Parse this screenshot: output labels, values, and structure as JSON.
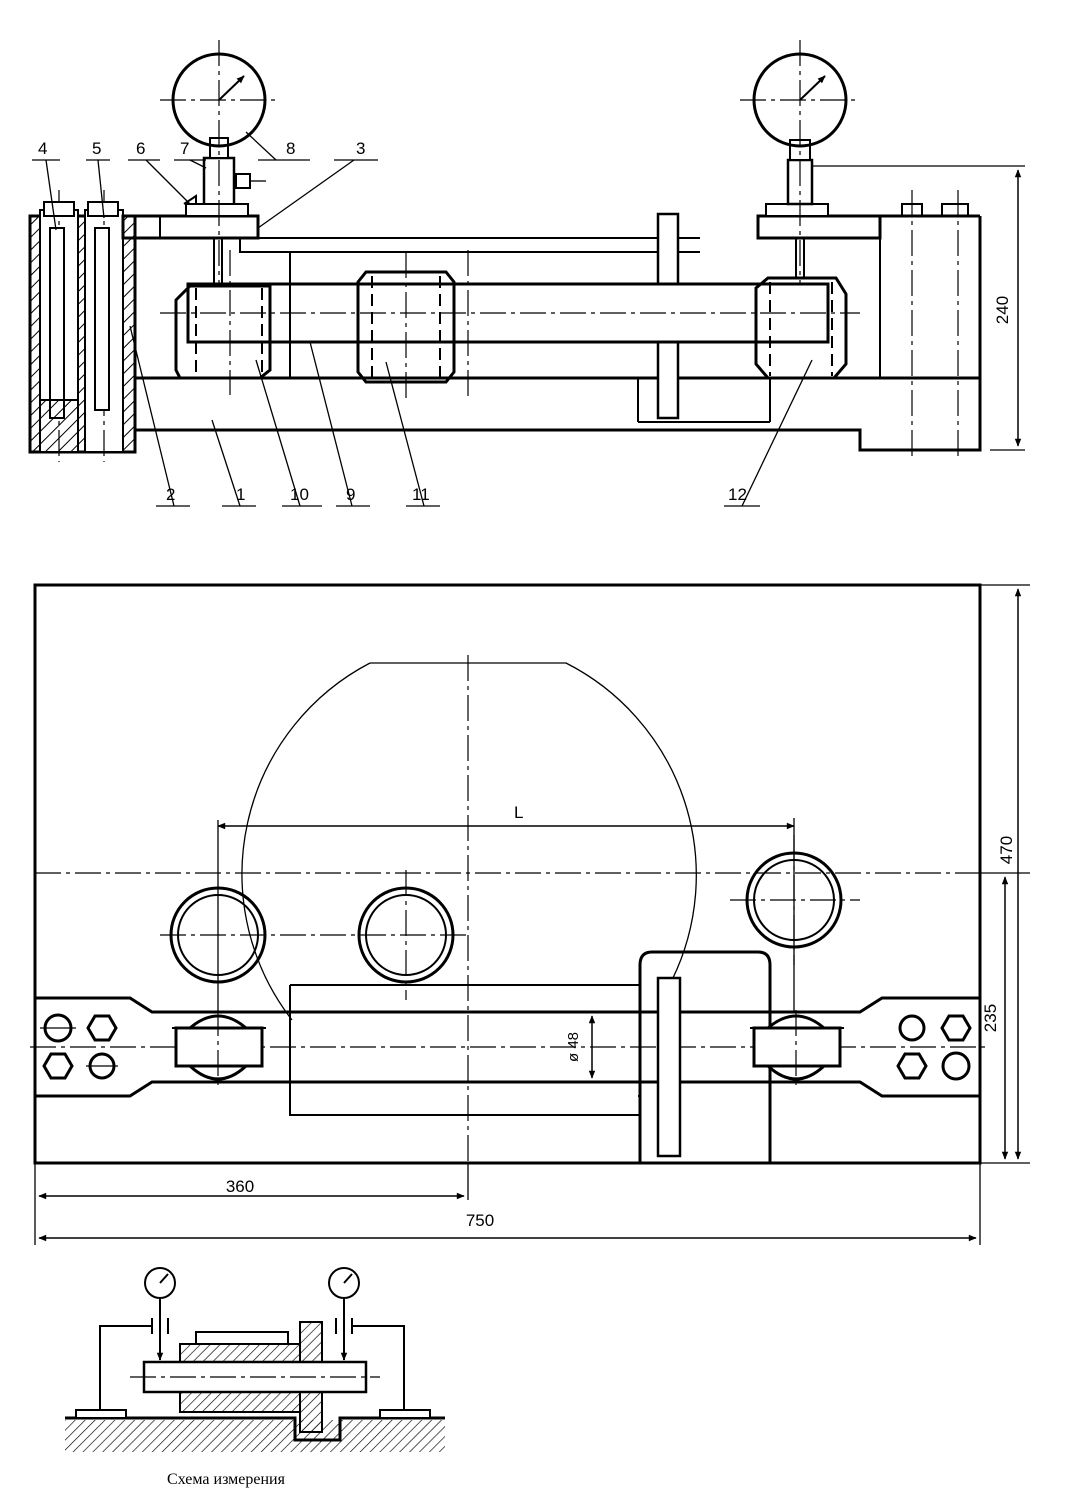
{
  "callouts": [
    "4",
    "5",
    "6",
    "7",
    "8",
    "3",
    "2",
    "1",
    "10",
    "9",
    "11",
    "12"
  ],
  "dimensions": {
    "height_240": "240",
    "height_470": "470",
    "height_235": "235",
    "length_L": "L",
    "diameter": "ø 48",
    "offset_360": "360",
    "width_750": "750"
  },
  "caption": "Схема измерения"
}
